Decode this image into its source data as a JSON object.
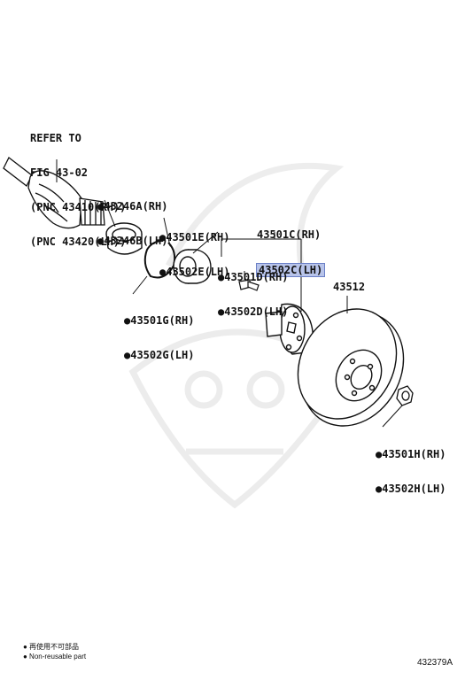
{
  "callouts": {
    "refer": [
      "REFER TO",
      "FIG 43-02",
      "(PNC 43410(RH))",
      "(PNC 43420(LH))"
    ],
    "p43246": [
      "●43246A(RH)",
      "●43246B(LH)"
    ],
    "p43501E": [
      "●43501E(RH)",
      "●43502E(LH)"
    ],
    "p43501C": "43501C(RH)",
    "p43502C": "43502C(LH)",
    "p43501D": [
      "●43501D(RH)",
      "●43502D(LH)"
    ],
    "p43512": "43512",
    "p43501G": [
      "●43501G(RH)",
      "●43502G(LH)"
    ],
    "p43501H": [
      "●43501H(RH)",
      "●43502H(LH)"
    ]
  },
  "legend": {
    "line1": "● 再使用不可部品",
    "line2": "● Non-reusable part"
  },
  "figure_number": "432379A",
  "highlight_color": "#b8c4ea"
}
